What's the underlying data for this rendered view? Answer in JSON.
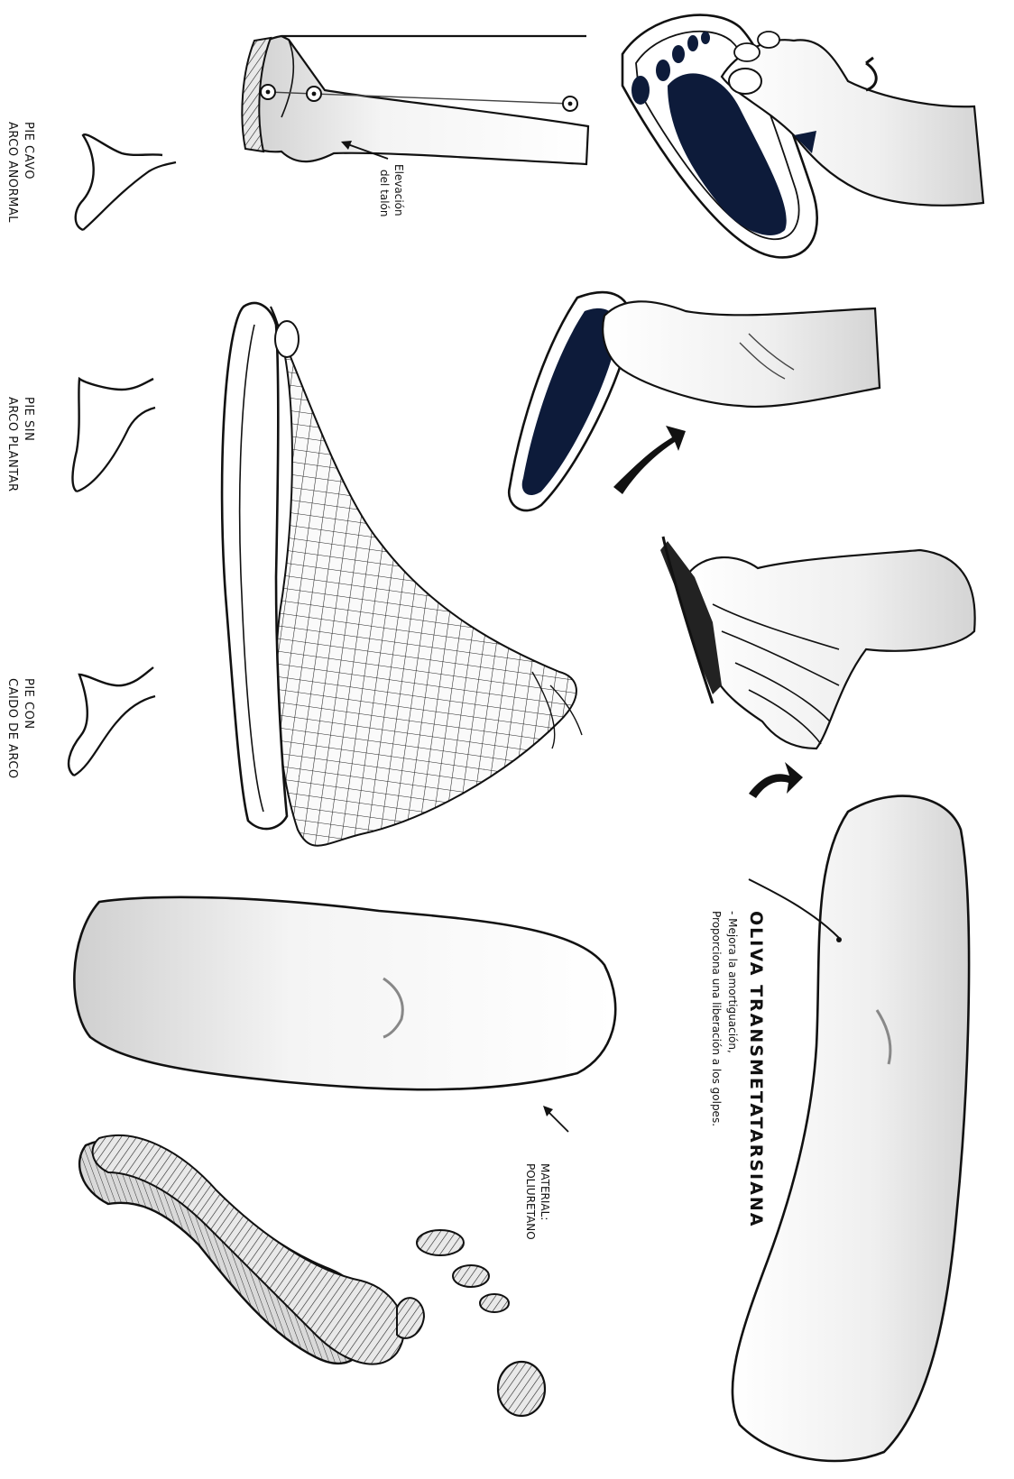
{
  "labels": {
    "pie_cavo": [
      "PIE CAVO",
      "ARCO ANORMAL"
    ],
    "pie_sin_arco": [
      "PIE SIN",
      "ARCO PLANTAR"
    ],
    "pie_caido": [
      "PIE CON",
      "CAIDO DE ARCO"
    ],
    "elevacion": [
      "Elevación",
      "del talón"
    ],
    "material": [
      "MATERIAL:",
      "POLIURETANO"
    ],
    "oliva_title": "OLIVA TRANSMETATARSIANA",
    "oliva_desc": [
      "- Mejora la amortiguación,",
      "Proporciona una liberación a los golpes."
    ]
  }
}
